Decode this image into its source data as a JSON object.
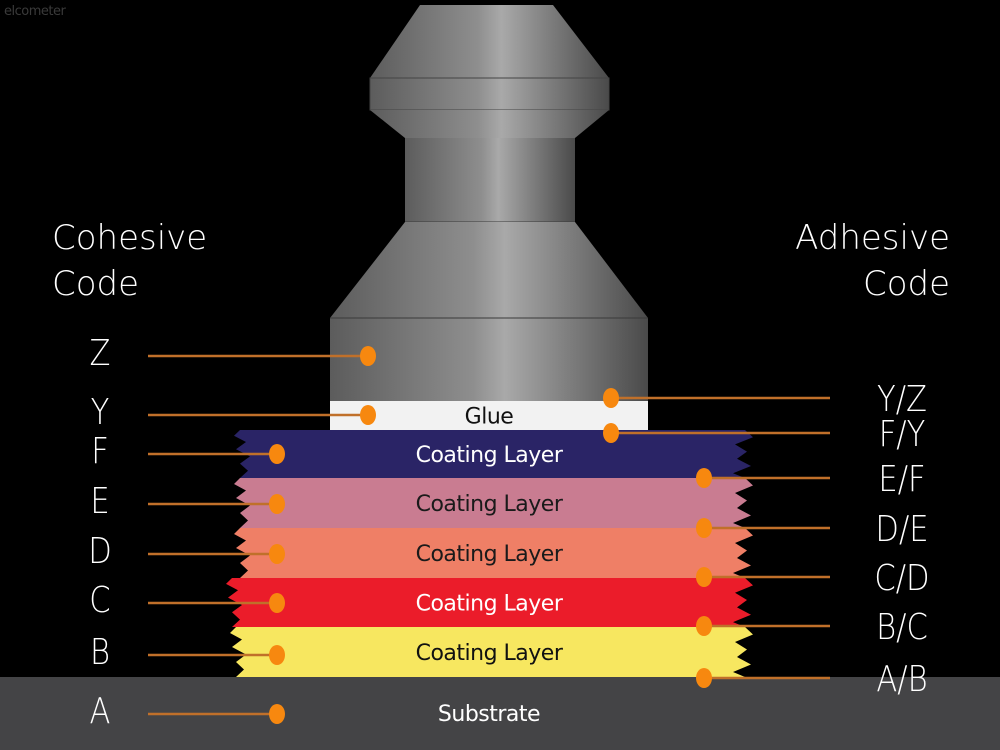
{
  "logo": "elcometer",
  "cohesive_heading": {
    "line1": "Cohesive",
    "line2": "Code"
  },
  "adhesive_heading": {
    "line1": "Adhesive",
    "line2": "Code"
  },
  "layers": [
    {
      "label": "Glue",
      "color": "#f2f2f2",
      "text_color": "#111111"
    },
    {
      "label": "Coating Layer",
      "color": "#2a2466",
      "text_color": "#ffffff"
    },
    {
      "label": "Coating Layer",
      "color": "#c97c91",
      "text_color": "#1a1a1a"
    },
    {
      "label": "Coating Layer",
      "color": "#ef7f66",
      "text_color": "#1a1a1a"
    },
    {
      "label": "Coating Layer",
      "color": "#eb1c2a",
      "text_color": "#ffffff"
    },
    {
      "label": "Coating Layer",
      "color": "#f7e760",
      "text_color": "#111111"
    },
    {
      "label": "Substrate",
      "color": "#444446",
      "text_color": "#ffffff"
    }
  ],
  "cohesive_codes": [
    "Z",
    "Y",
    "F",
    "E",
    "D",
    "C",
    "B",
    "A"
  ],
  "adhesive_codes": [
    "Y/Z",
    "F/Y",
    "E/F",
    "D/E",
    "C/D",
    "B/C",
    "A/B"
  ],
  "colors": {
    "marker": "#f7880f",
    "leader": "#c0702a",
    "background": "#000000"
  }
}
